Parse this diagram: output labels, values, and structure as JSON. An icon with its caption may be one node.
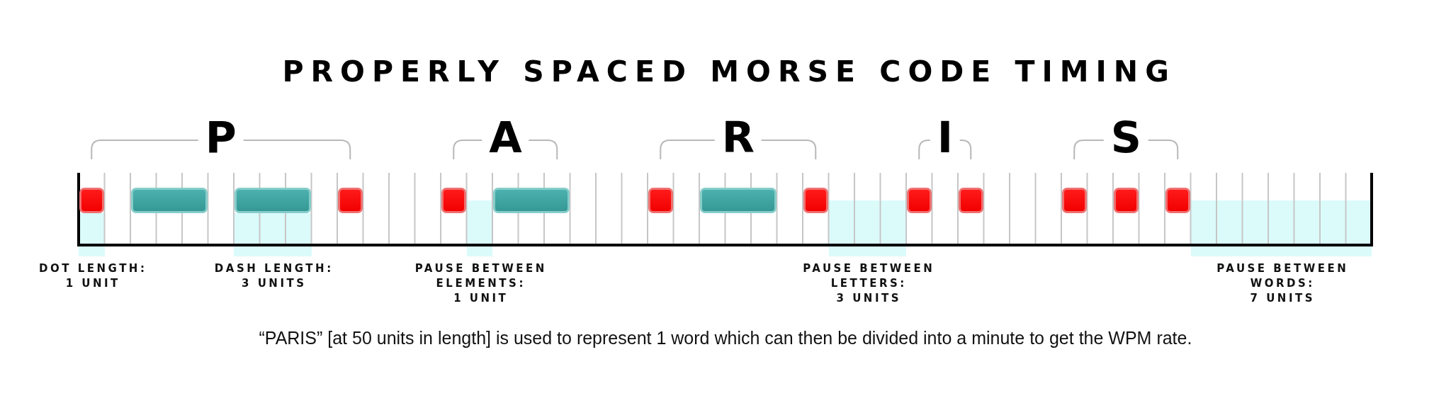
{
  "diagram": {
    "title": "PROPERLY SPACED MORSE CODE TIMING",
    "caption": "“PARIS” [at 50 units in length] is used to represent 1 word which can then be divided into a minute to get the WPM rate.",
    "nodes": [
      {
        "text": [],
        "shape": "box"
      },
      {
        "text": [],
        "shape": "band",
        "beside": [
          "DOT LENGTH: 1 UNIT"
        ]
      },
      {
        "text": [],
        "shape": "bar"
      },
      {
        "text": [],
        "shape": "bar"
      },
      {
        "text": [],
        "shape": "band",
        "beside": [
          "DASH LENGTH: 3 UNITS"
        ]
      },
      {
        "text": [],
        "shape": "box"
      },
      {
        "text": [],
        "shape": "box"
      },
      {
        "text": [],
        "shape": "band",
        "beside": [
          "PAUSE BETWEEN ELEMENTS: 1 UNIT"
        ]
      },
      {
        "text": [],
        "shape": "bar"
      },
      {
        "text": [],
        "shape": "box"
      },
      {
        "text": [],
        "shape": "bar"
      },
      {
        "text": [],
        "shape": "box"
      },
      {
        "text": [],
        "shape": "band",
        "beside": [
          "PAUSE BETWEEN LETTERS: 3 UNITS"
        ]
      },
      {
        "text": [],
        "shape": "box"
      },
      {
        "text": [],
        "shape": "box"
      },
      {
        "text": [],
        "shape": "box"
      },
      {
        "text": [],
        "shape": "box"
      },
      {
        "text": [],
        "shape": "box"
      },
      {
        "text": [],
        "shape": "band",
        "beside": [
          "PAUSE BETWEEN WORDS: 7 UNITS"
        ]
      }
    ],
    "labels": [
      "P",
      "A",
      "R",
      "I",
      "S"
    ]
  }
}
